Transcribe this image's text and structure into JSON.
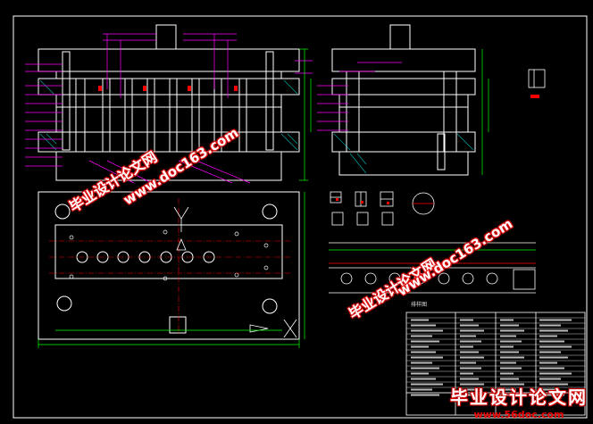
{
  "watermarks": {
    "title_cn": "毕业设计论文网",
    "url": "www.doc163.com"
  },
  "brand": {
    "title_cn": "毕业设计论文网",
    "site": "www.56doc.com"
  },
  "drawing": {
    "strip_label": "排样图"
  },
  "colors": {
    "background": "#000000",
    "outline": "#ffffff",
    "dimension": "#ff00ff",
    "frame": "#00ff00",
    "hatch": "#00ffff",
    "accent": "#ff0000",
    "center": "#ffff00"
  }
}
